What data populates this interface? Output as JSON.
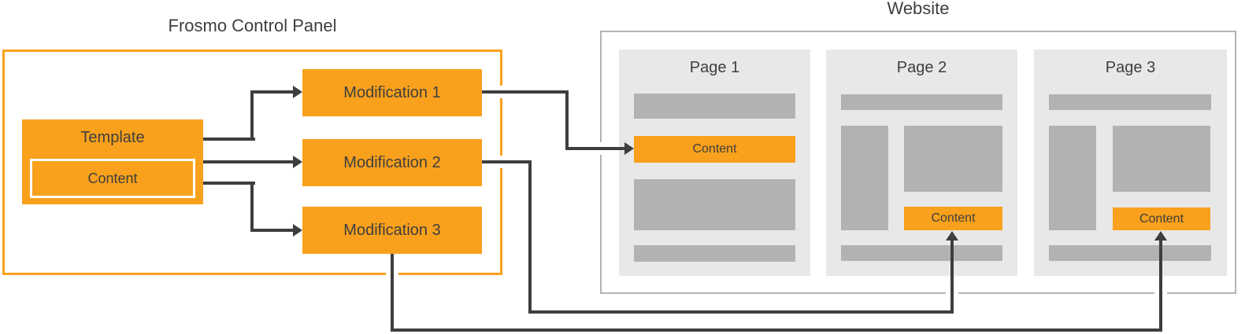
{
  "colors": {
    "accent_orange": "#F9A11C",
    "connector_dark": "#3E3E3E",
    "panel_light_gray": "#E8E8E8",
    "bar_gray": "#B2B2B2",
    "website_border_gray": "#B3B3B3",
    "text_dark": "#3E3E3E",
    "content_highlight": "#F9A11C"
  },
  "control_panel": {
    "title": "Frosmo Control Panel",
    "template": {
      "label": "Template",
      "content": {
        "label": "Content"
      }
    },
    "modifications": [
      {
        "label": "Modification 1"
      },
      {
        "label": "Modification 2"
      },
      {
        "label": "Modification 3"
      }
    ]
  },
  "website": {
    "title": "Website",
    "pages": [
      {
        "title": "Page 1",
        "content_label": "Content"
      },
      {
        "title": "Page 2",
        "content_label": "Content"
      },
      {
        "title": "Page 3",
        "content_label": "Content"
      }
    ]
  }
}
